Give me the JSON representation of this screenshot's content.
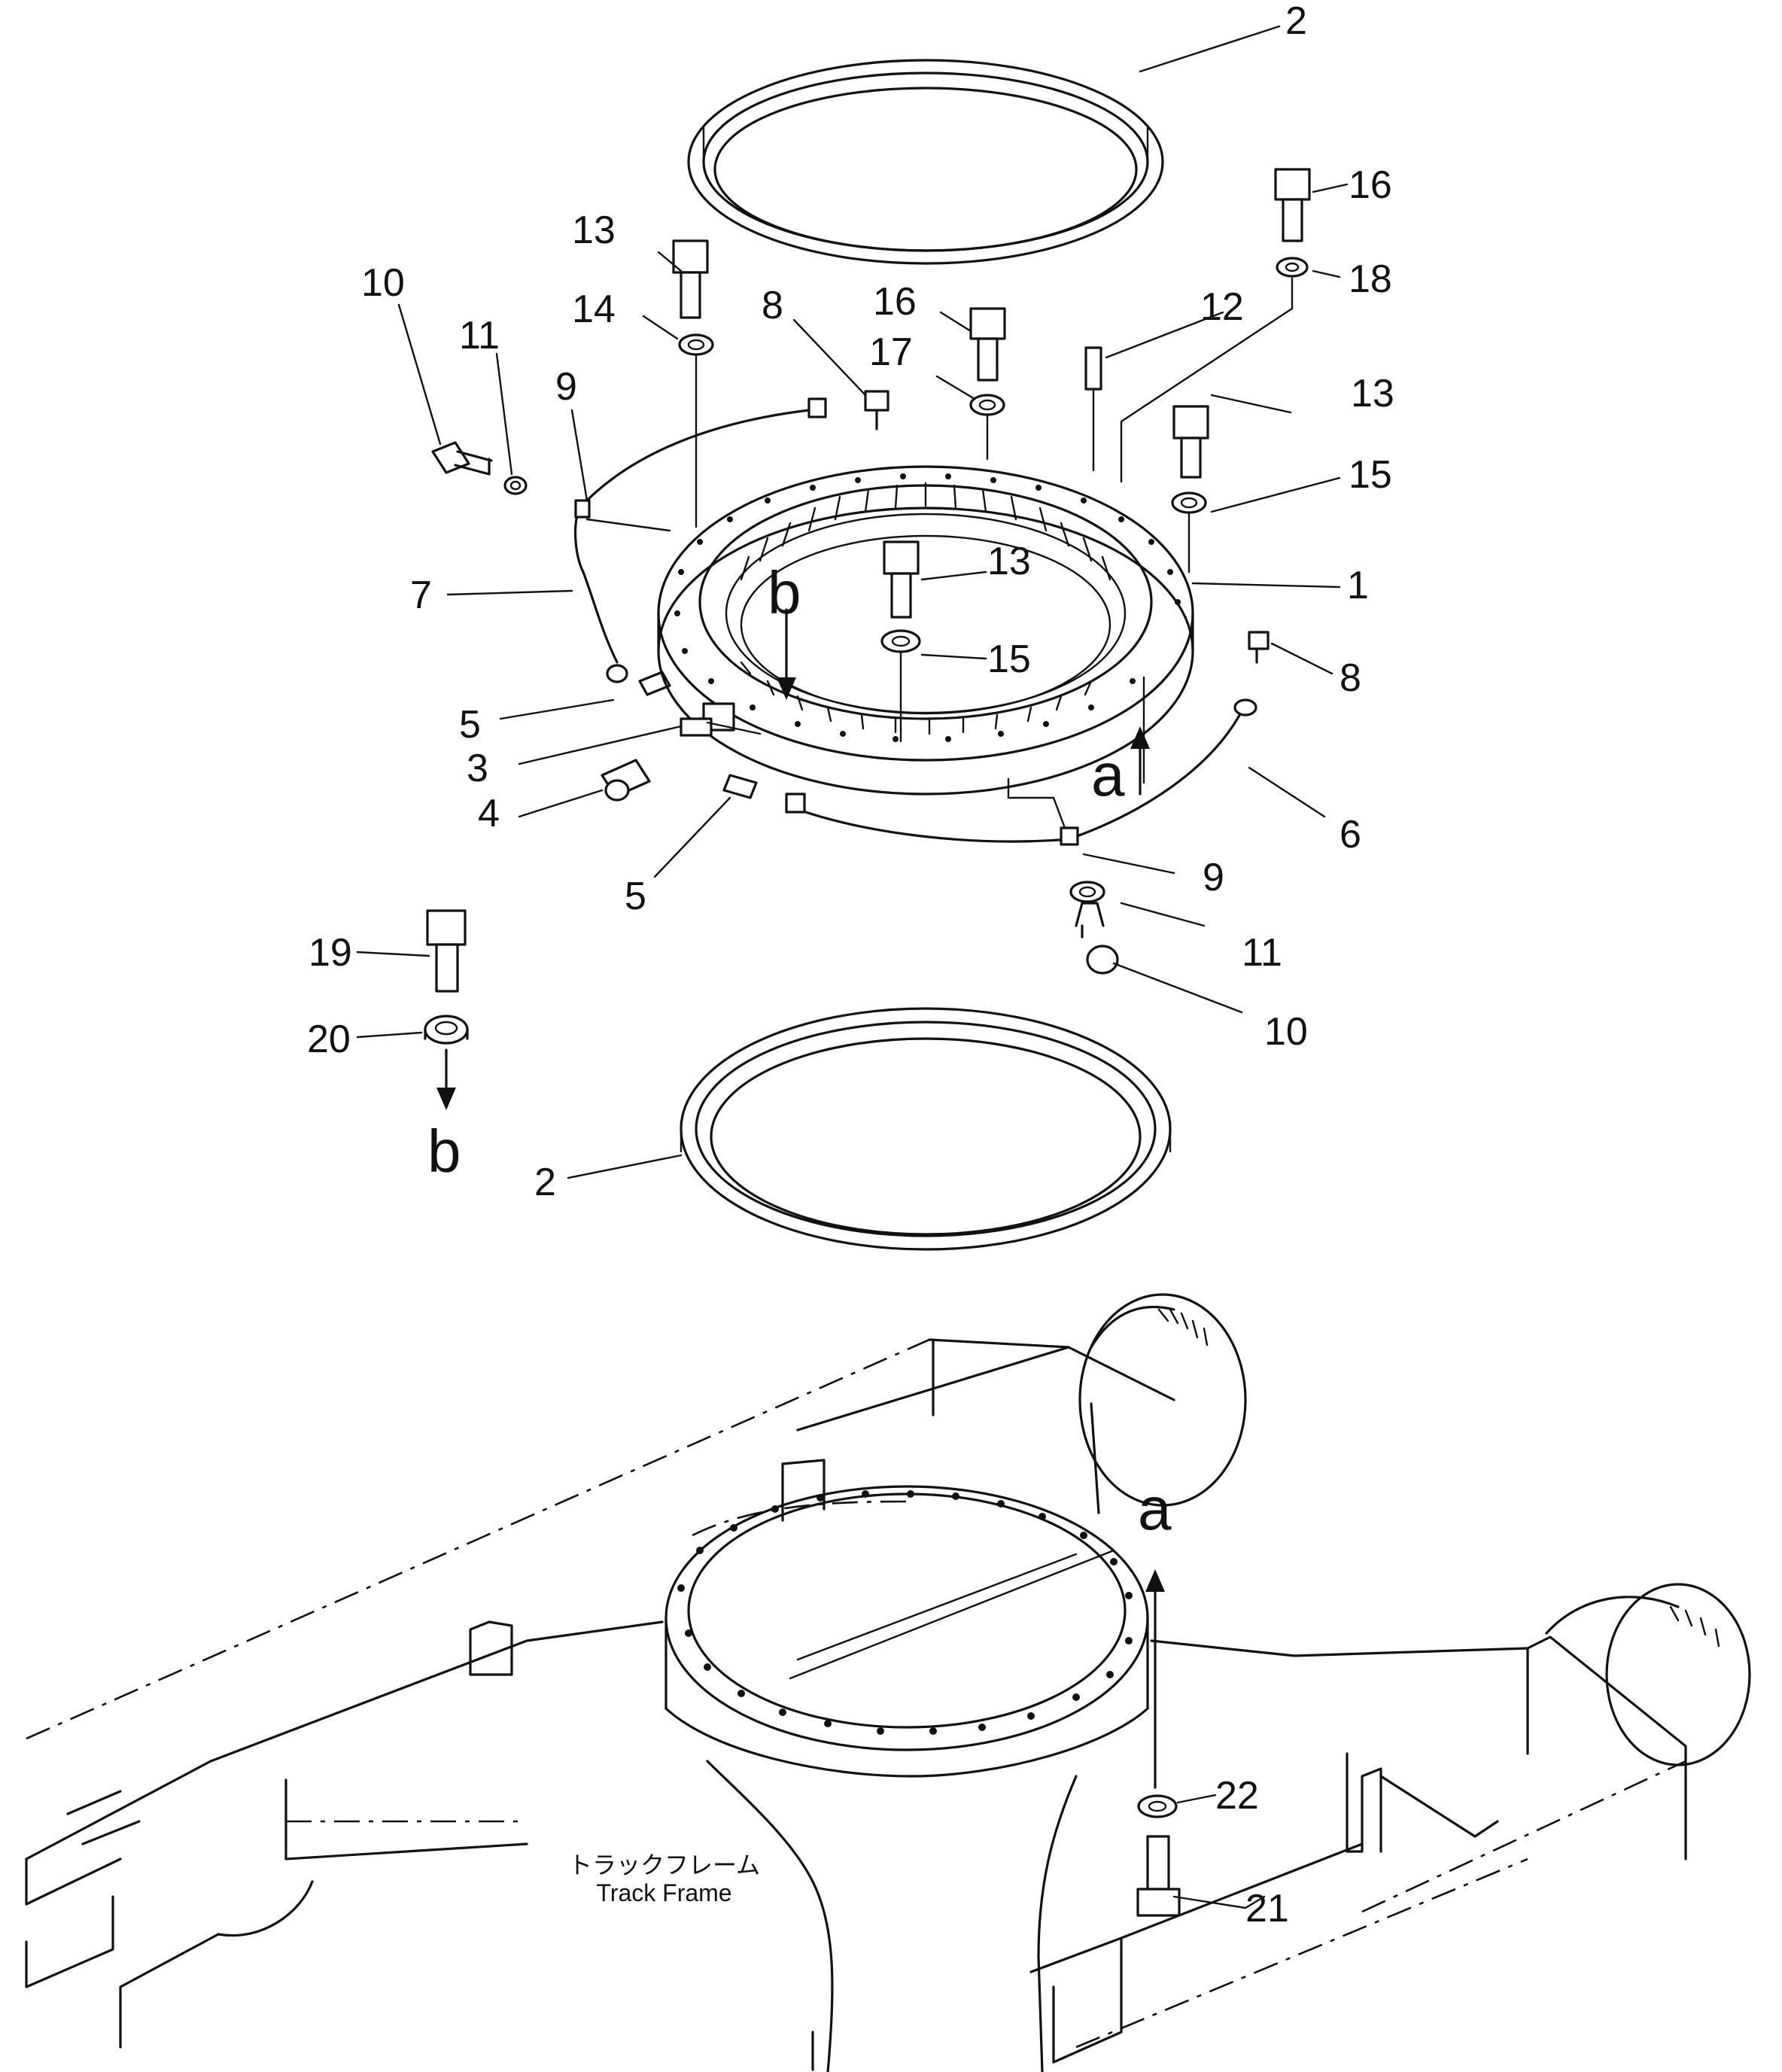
{
  "callouts": {
    "c2_top": "2",
    "c16_right": "16",
    "c18": "18",
    "c13_top": "13",
    "c14": "14",
    "c8_top": "8",
    "c16_mid": "16",
    "c12": "12",
    "c10_left": "10",
    "c11_left": "11",
    "c9_left": "9",
    "c17": "17",
    "c13_right": "13",
    "c15_right": "15",
    "c13_center": "13",
    "c1": "1",
    "c7": "7",
    "c15_center": "15",
    "c8_right": "8",
    "c5_left": "5",
    "c3": "3",
    "c4": "4",
    "c6": "6",
    "c5_bottom": "5",
    "c9_right": "9",
    "c11_right": "11",
    "c19": "19",
    "c20": "20",
    "c10_right": "10",
    "c2_bottom": "2",
    "c22": "22",
    "c21": "21"
  },
  "letters": {
    "b_ring": "b",
    "a_ring": "a",
    "b_bolt": "b",
    "a_frame": "a"
  },
  "caption": {
    "japanese": "トラックフレーム",
    "english": "Track Frame"
  }
}
